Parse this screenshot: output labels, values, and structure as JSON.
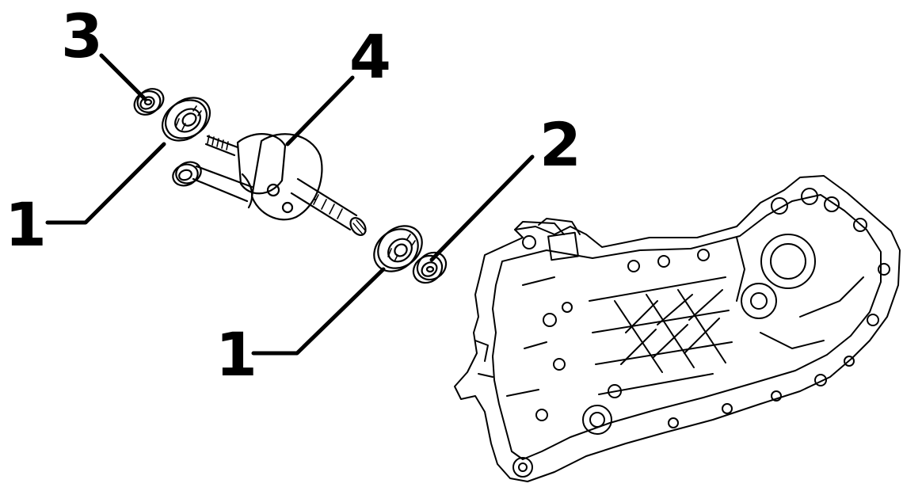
{
  "callouts": {
    "bearing_left": "1",
    "oil_seal": "2",
    "oil_seal_small": "3",
    "crankshaft": "4",
    "bearing_right": "1"
  },
  "colors": {
    "ink": "#000000",
    "paper": "#ffffff"
  }
}
